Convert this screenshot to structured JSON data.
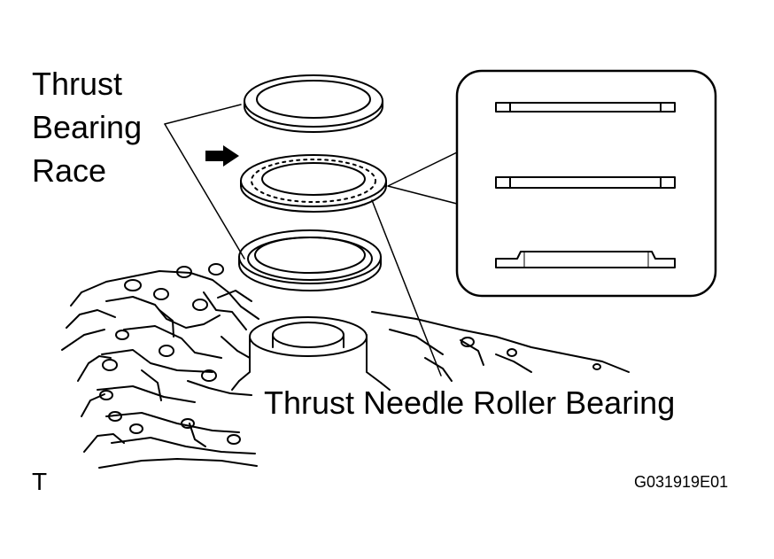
{
  "labels": {
    "race_line1": "Thrust",
    "race_line2": "Bearing",
    "race_line3": "Race",
    "needle_bearing": "Thrust Needle Roller Bearing",
    "corner_mark": "T",
    "figure_code": "G031919E01"
  },
  "colors": {
    "ink": "#000000",
    "paper": "#ffffff"
  },
  "icons": {
    "direction_arrow": "arrow-right-icon"
  }
}
